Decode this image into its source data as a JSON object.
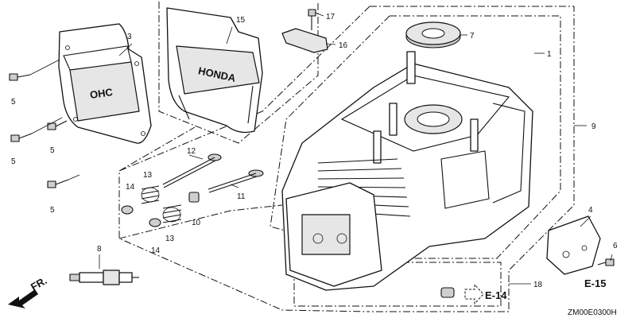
{
  "callouts": {
    "c1": "1",
    "c3": "3",
    "c4": "4",
    "c5a": "5",
    "c5b": "5",
    "c5c": "5",
    "c5d": "5",
    "c6": "6",
    "c7": "7",
    "c8": "8",
    "c9": "9",
    "c10": "10",
    "c11": "11",
    "c12": "12",
    "c13a": "13",
    "c13b": "13",
    "c14a": "14",
    "c14b": "14",
    "c15": "15",
    "c16": "16",
    "c17": "17",
    "c18": "18"
  },
  "refs": {
    "e14": "E-14",
    "e15": "E-15"
  },
  "front_label": "FR.",
  "cover_text": {
    "honda": "HONDA",
    "ohc": "OHC"
  },
  "drawing_code": "ZM00E0300H"
}
